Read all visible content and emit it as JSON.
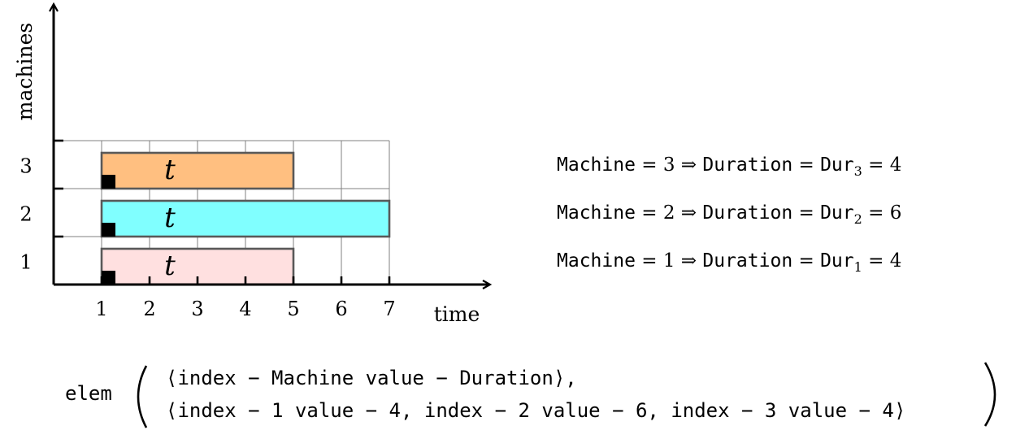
{
  "axes": {
    "x_label": "time",
    "y_label": "machines",
    "x_ticks": [
      "1",
      "2",
      "3",
      "4",
      "5",
      "6",
      "7"
    ],
    "y_ticks": [
      "1",
      "2",
      "3"
    ]
  },
  "tasks": [
    {
      "machine": 3,
      "start": 1,
      "end": 5,
      "label": "t",
      "color": "#FFBF80"
    },
    {
      "machine": 2,
      "start": 1,
      "end": 7,
      "label": "t",
      "color": "#80FFFF"
    },
    {
      "machine": 1,
      "start": 1,
      "end": 5,
      "label": "t",
      "color": "#FFE0E0"
    }
  ],
  "rules": [
    {
      "machine_kw": "Machine",
      "eq1": "=",
      "machine_val": "3",
      "implies": "⇒",
      "duration_kw": "Duration",
      "eq2": "=",
      "dur_kw": "Dur",
      "sub": "3",
      "eq3": "=",
      "dur_val": "4"
    },
    {
      "machine_kw": "Machine",
      "eq1": "=",
      "machine_val": "2",
      "implies": "⇒",
      "duration_kw": "Duration",
      "eq2": "=",
      "dur_kw": "Dur",
      "sub": "2",
      "eq3": "=",
      "dur_val": "6"
    },
    {
      "machine_kw": "Machine",
      "eq1": "=",
      "machine_val": "1",
      "implies": "⇒",
      "duration_kw": "Duration",
      "eq2": "=",
      "dur_kw": "Dur",
      "sub": "1",
      "eq3": "=",
      "dur_val": "4"
    }
  ],
  "elem": {
    "keyword": "elem",
    "line1": "⟨index − Machine value − Duration⟩,",
    "line2": "⟨index − 1 value − 4, index − 2 value − 6, index − 3 value − 4⟩"
  },
  "colors": {
    "axis": "#000000",
    "grid": "#808080",
    "task_border": "#595959",
    "start_marker": "#000000"
  }
}
